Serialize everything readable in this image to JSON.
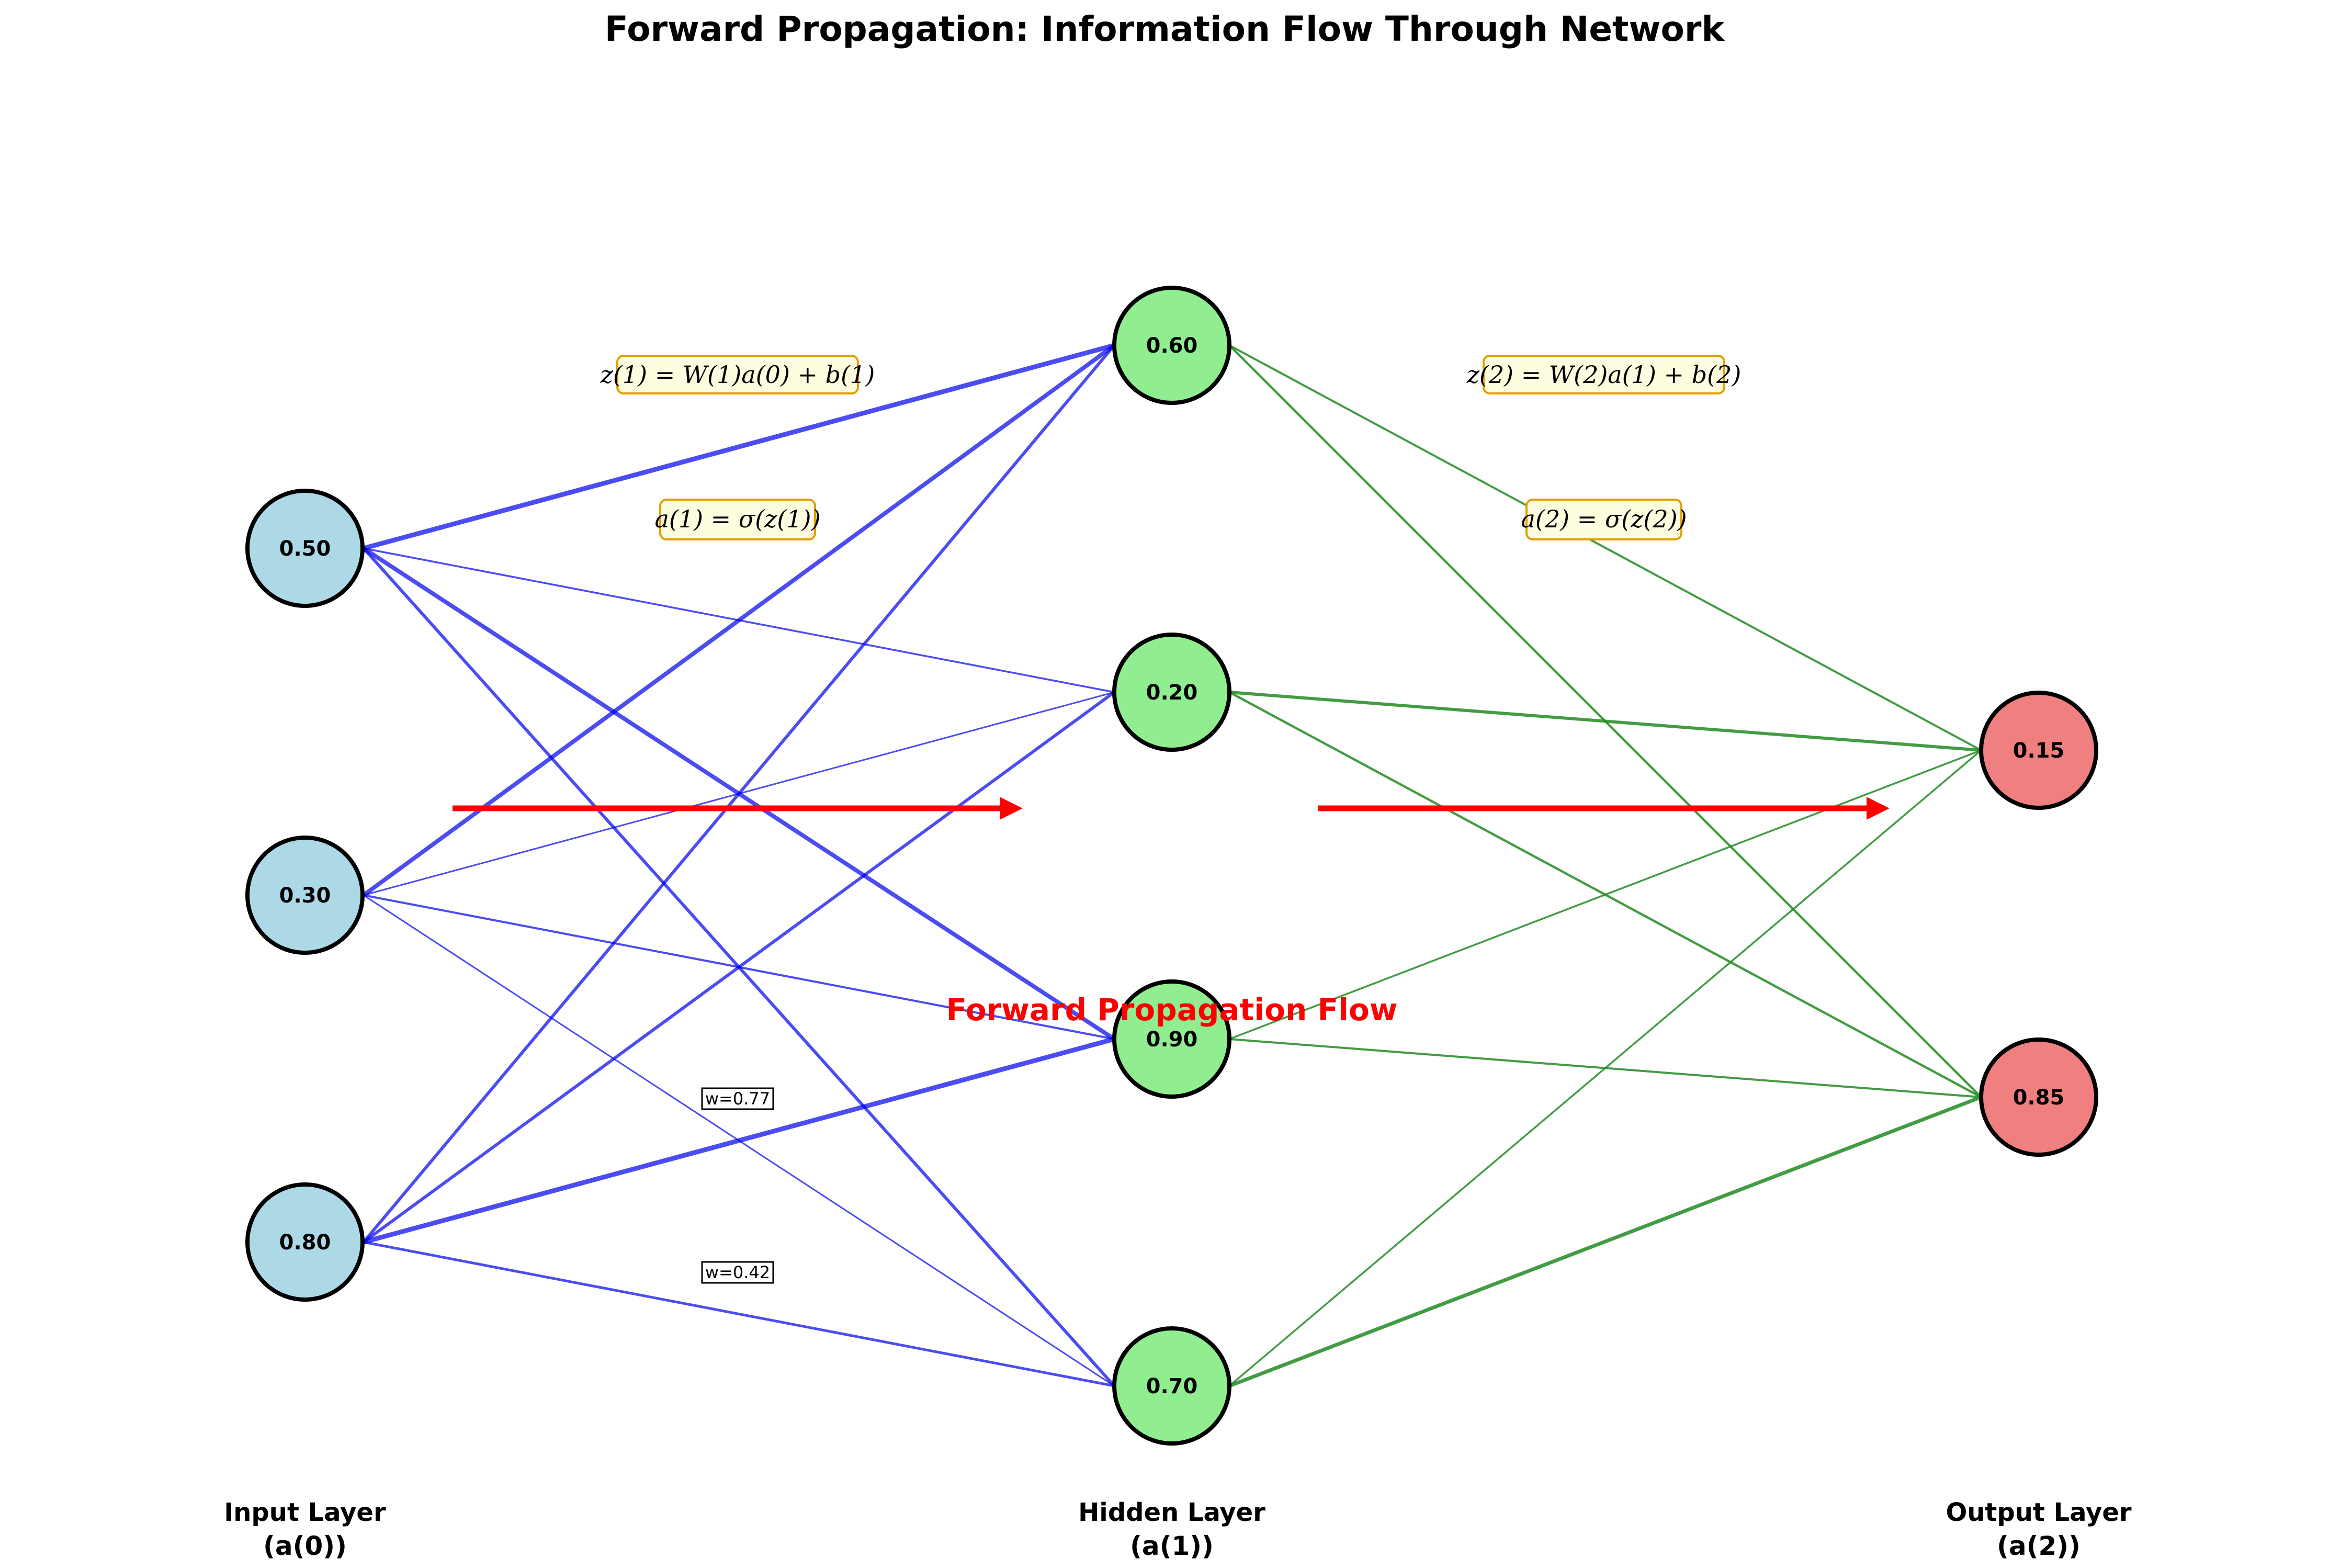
{
  "title": "Forward Propagation: Information Flow Through Network",
  "flow_label": "Forward Propagation Flow",
  "colors": {
    "input_fill": "#add8e6",
    "hidden_fill": "#90ee90",
    "output_fill": "#f08080",
    "input_edges": "#0000ee",
    "output_edges": "#228b22",
    "arrow": "#ff0000",
    "eq_box_fill": "#fffde0",
    "eq_box_stroke": "#e0a000"
  },
  "layers": {
    "input": {
      "name": "Input Layer",
      "sub": "(a(0))",
      "values": [
        "0.50",
        "0.30",
        "0.80"
      ]
    },
    "hidden": {
      "name": "Hidden Layer",
      "sub": "(a(1))",
      "values": [
        "0.60",
        "0.20",
        "0.90",
        "0.70"
      ]
    },
    "output": {
      "name": "Output Layer",
      "sub": "(a(2))",
      "values": [
        "0.15",
        "0.85"
      ]
    }
  },
  "equations": {
    "z1": "z(1) = W(1)a(0) + b(1)",
    "a1": "a(1) = σ(z(1))",
    "z2": "z(2) = W(2)a(1) + b(2)",
    "a2": "a(2) = σ(z(2))"
  },
  "weight_labels": [
    "w=0.77",
    "w=0.42"
  ]
}
